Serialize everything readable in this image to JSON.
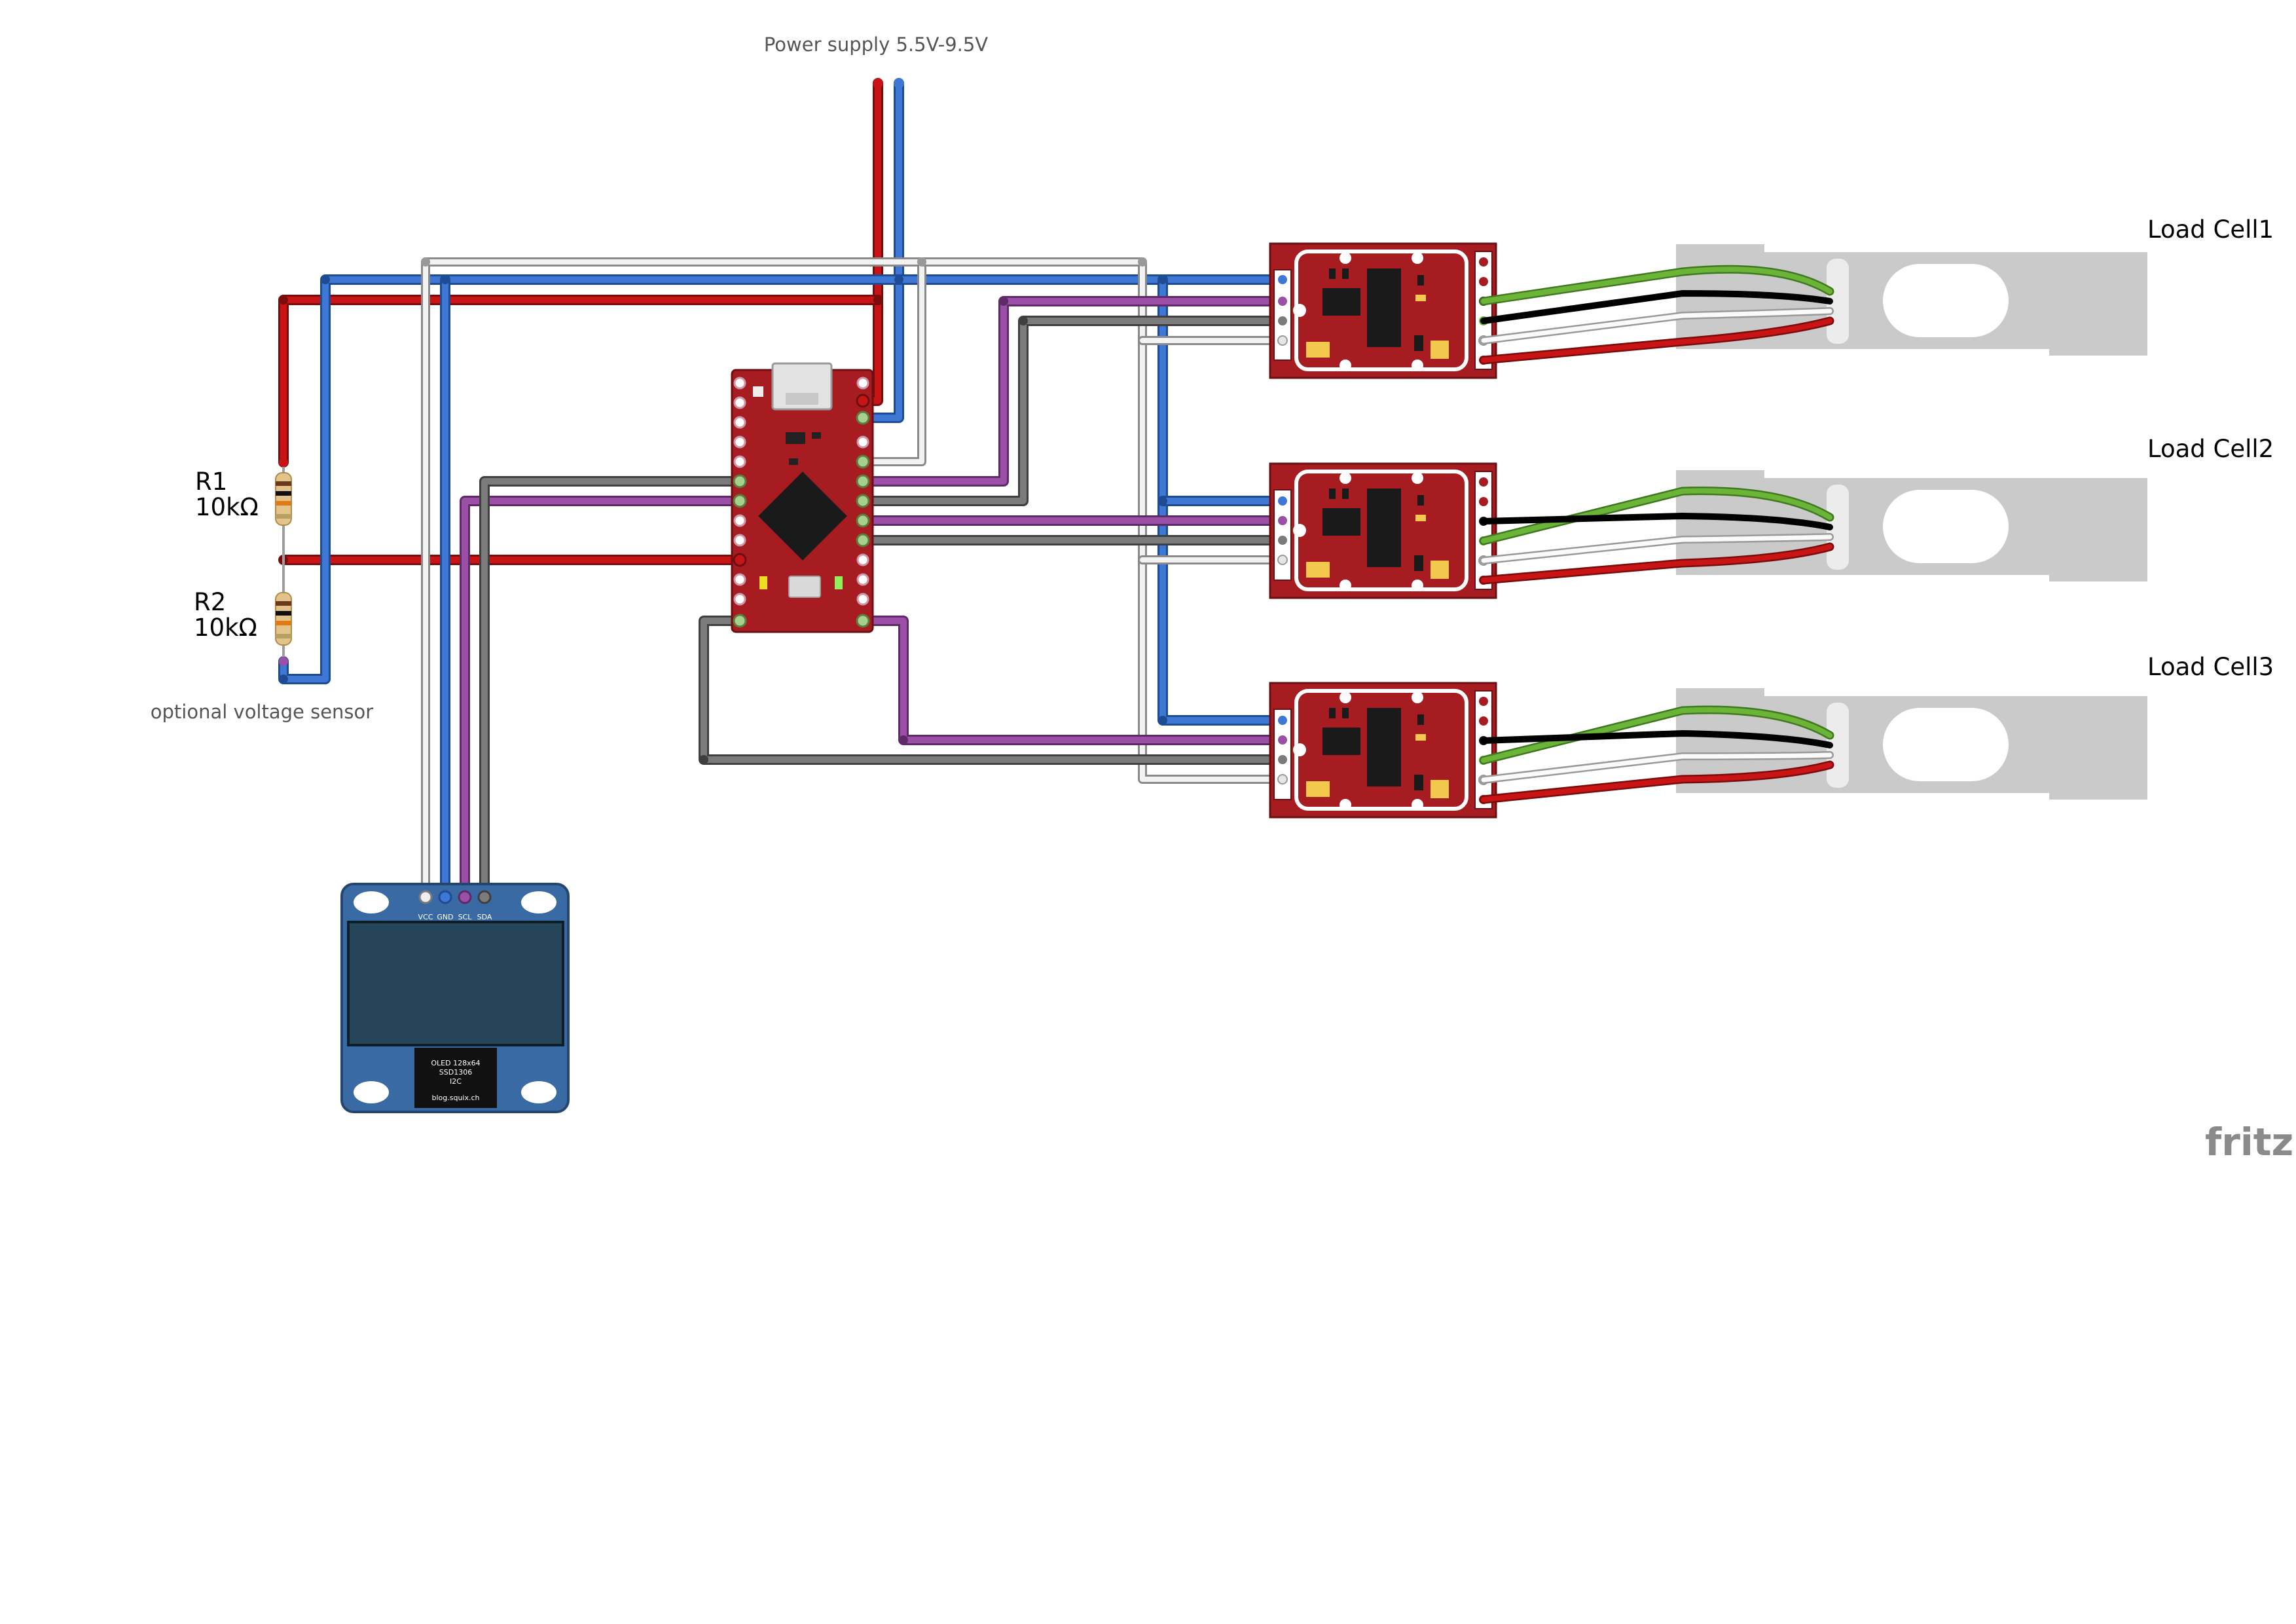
{
  "labels": {
    "power_supply": "Power supply 5.5V-9.5V",
    "voltage_sensor": "optional voltage sensor",
    "r1_name": "R1",
    "r1_value": "10kΩ",
    "r2_name": "R2",
    "r2_value": "10kΩ",
    "load_cells": [
      "Load Cell1",
      "Load Cell2",
      "Load Cell3"
    ],
    "watermark": "fritzi"
  },
  "oled": {
    "pins": [
      "VCC",
      "GND",
      "SCL",
      "SDA"
    ],
    "chip_text": [
      "OLED 128x64",
      "SSD1306",
      "I2C",
      "blog.squix.ch"
    ]
  },
  "colors": {
    "wire_red": "#c81414",
    "wire_blue": "#3f78d4",
    "wire_gray": "#7b7b7b",
    "wire_white": "#e6e6e6",
    "wire_purple": "#9b4fa6",
    "wire_green": "#6bb437",
    "wire_black": "#111111",
    "board_red": "#a61c20",
    "oled_blue": "#3a6aa3",
    "load_cell_gray": "#cacaca"
  },
  "components": [
    "arduino-pro-mini",
    "hx711-module-1",
    "hx711-module-2",
    "hx711-module-3",
    "oled-display",
    "resistor-r1",
    "resistor-r2",
    "load-cell-1",
    "load-cell-2",
    "load-cell-3"
  ]
}
